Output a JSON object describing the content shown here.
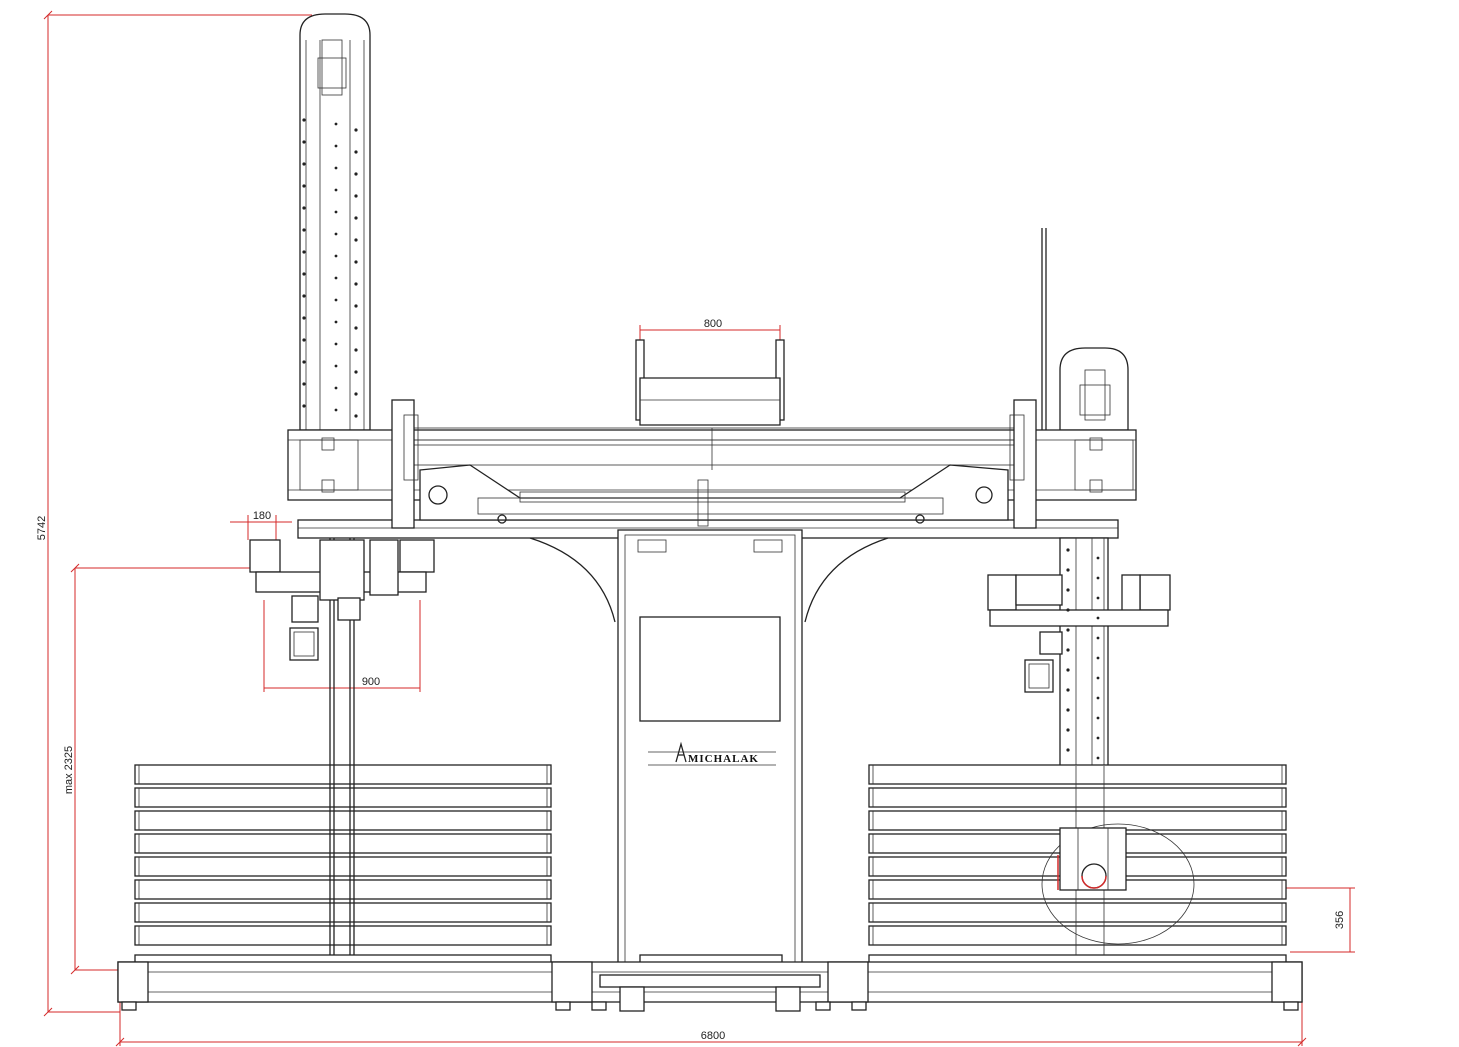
{
  "dimensions": {
    "total_height": "5742",
    "max_lift": "max 2325",
    "carriage_offset": "180",
    "gripper_span": "900",
    "top_width": "800",
    "bottom_gap": "356",
    "total_width": "6800"
  },
  "logo": {
    "brand": "MICHALAK"
  },
  "colors": {
    "line": "#222222",
    "dimension": "#d42a2a",
    "background": "#ffffff"
  }
}
